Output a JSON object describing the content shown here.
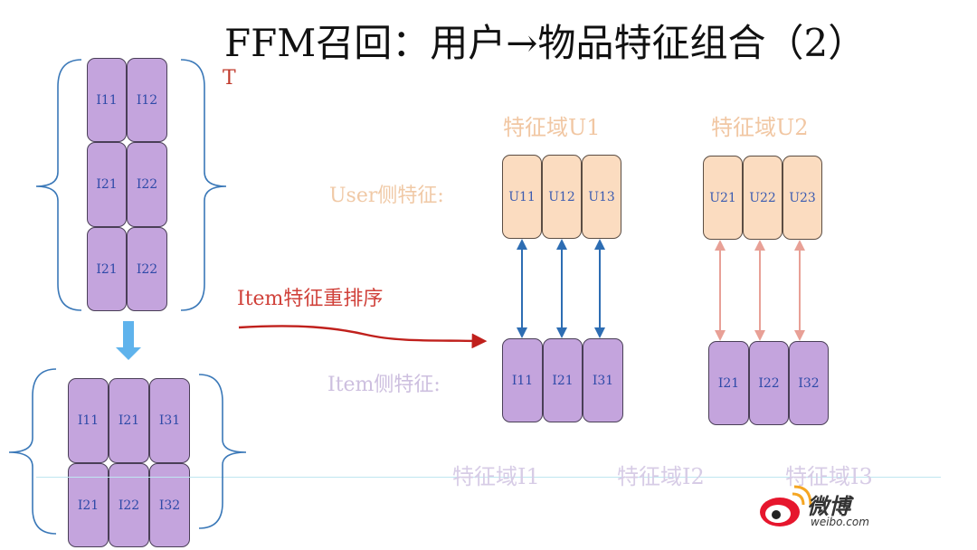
{
  "title": "FFM召回：用户→物品特征组合（2）",
  "t_label": "T",
  "left_matrix": {
    "rows": [
      [
        "I11",
        "I12"
      ],
      [
        "I21",
        "I22"
      ],
      [
        "I21",
        "I22"
      ]
    ]
  },
  "bottom_matrix": {
    "rows": [
      [
        "I11",
        "I21",
        "I31"
      ],
      [
        "I21",
        "I22",
        "I32"
      ]
    ]
  },
  "reorder_label": "Item特征重排序",
  "user_side_label": "User侧特征:",
  "item_side_label": "Item侧特征:",
  "domains_user": [
    "特征域U1",
    "特征域U2"
  ],
  "domains_item": [
    "特征域I1",
    "特征域I2",
    "特征域I3"
  ],
  "user_group1": [
    "U11",
    "U12",
    "U13"
  ],
  "user_group2": [
    "U21",
    "U22",
    "U23"
  ],
  "item_group1": [
    "I11",
    "I21",
    "I31"
  ],
  "item_group2": [
    "I21",
    "I22",
    "I32"
  ],
  "colors": {
    "item_fill": "#c4a4dd",
    "user_fill": "#fbdcc0",
    "bracket": "#3a78b8",
    "arrow_blue": "#2d6db3",
    "arrow_pink": "#e8a096",
    "reorder_arrow": "#c0201c",
    "down_arrow": "#5fb3ec"
  },
  "logo": {
    "name_cn": "微博",
    "domain": "weibo.com"
  }
}
